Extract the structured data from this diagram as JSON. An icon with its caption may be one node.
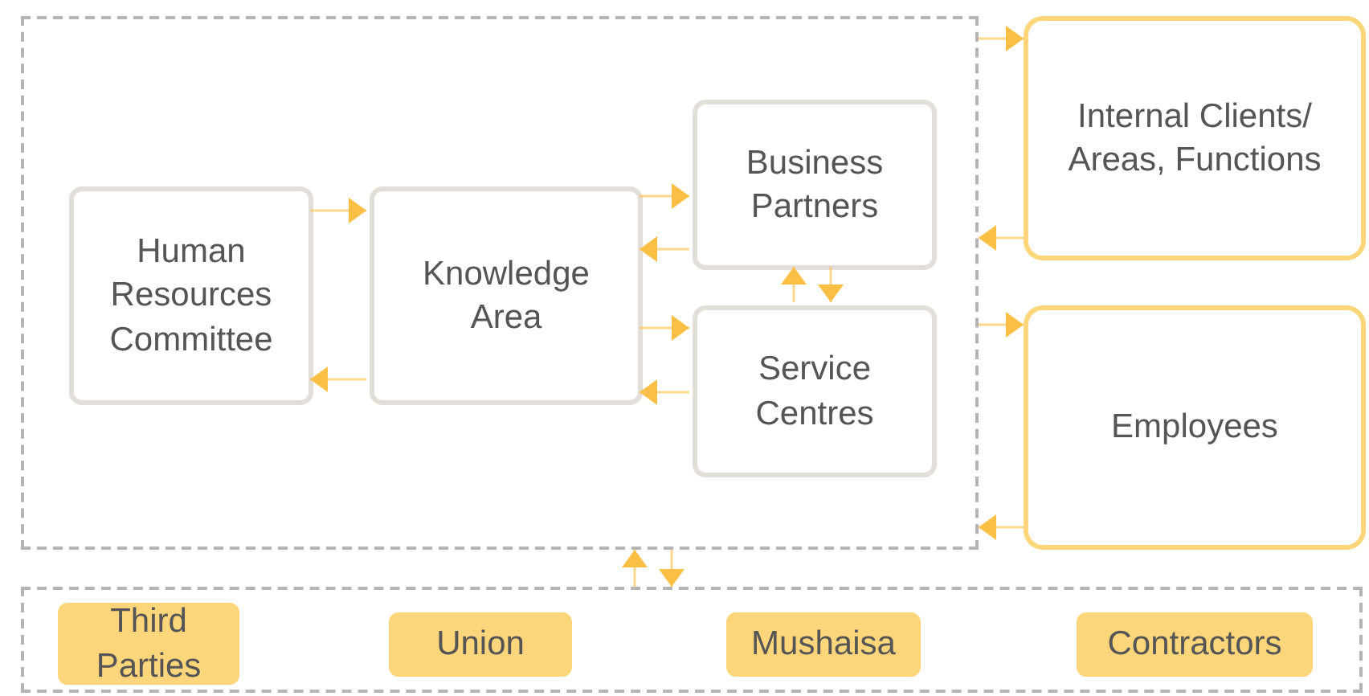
{
  "diagram": {
    "nodes": [
      {
        "text": [],
        "shape": "box"
      },
      {
        "text": [
          "Human Resources Committee"
        ],
        "in": 0
      },
      {
        "text": [
          "Knowledge Area"
        ],
        "in": 0
      },
      {
        "text": [
          "Business Partners"
        ],
        "in": 0
      },
      {
        "text": [
          "Service Centres"
        ],
        "in": 0
      },
      {
        "text": [
          "Internal Clients/ Areas, Functions"
        ]
      },
      {
        "text": [
          "Employees"
        ]
      },
      {
        "text": [],
        "shape": "box"
      },
      {
        "text": [
          "Third Parties"
        ],
        "in": 7
      },
      {
        "text": [
          "Union"
        ],
        "in": 7
      },
      {
        "text": [
          "Mushaisa"
        ],
        "in": 7
      },
      {
        "text": [
          "Contractors"
        ],
        "in": 7
      }
    ],
    "edges": [
      {
        "from": 1,
        "to": 2,
        "arrow": "to"
      },
      {
        "from": 2,
        "to": 1,
        "arrow": "to"
      },
      {
        "from": 2,
        "to": 3,
        "arrow": "to"
      },
      {
        "from": 3,
        "to": 2,
        "arrow": "to"
      },
      {
        "from": 2,
        "to": 4,
        "arrow": "to"
      },
      {
        "from": 4,
        "to": 2,
        "arrow": "to"
      },
      {
        "from": 4,
        "to": 3,
        "arrow": "to"
      },
      {
        "from": 3,
        "to": 4,
        "arrow": "to"
      },
      {
        "from": 0,
        "to": 5,
        "arrow": "to"
      },
      {
        "from": 5,
        "to": 0,
        "arrow": "to"
      },
      {
        "from": 0,
        "to": 6,
        "arrow": "to"
      },
      {
        "from": 6,
        "to": 0,
        "arrow": "to"
      },
      {
        "from": 7,
        "to": 0,
        "arrow": "to"
      },
      {
        "from": 0,
        "to": 7,
        "arrow": "to"
      }
    ]
  }
}
